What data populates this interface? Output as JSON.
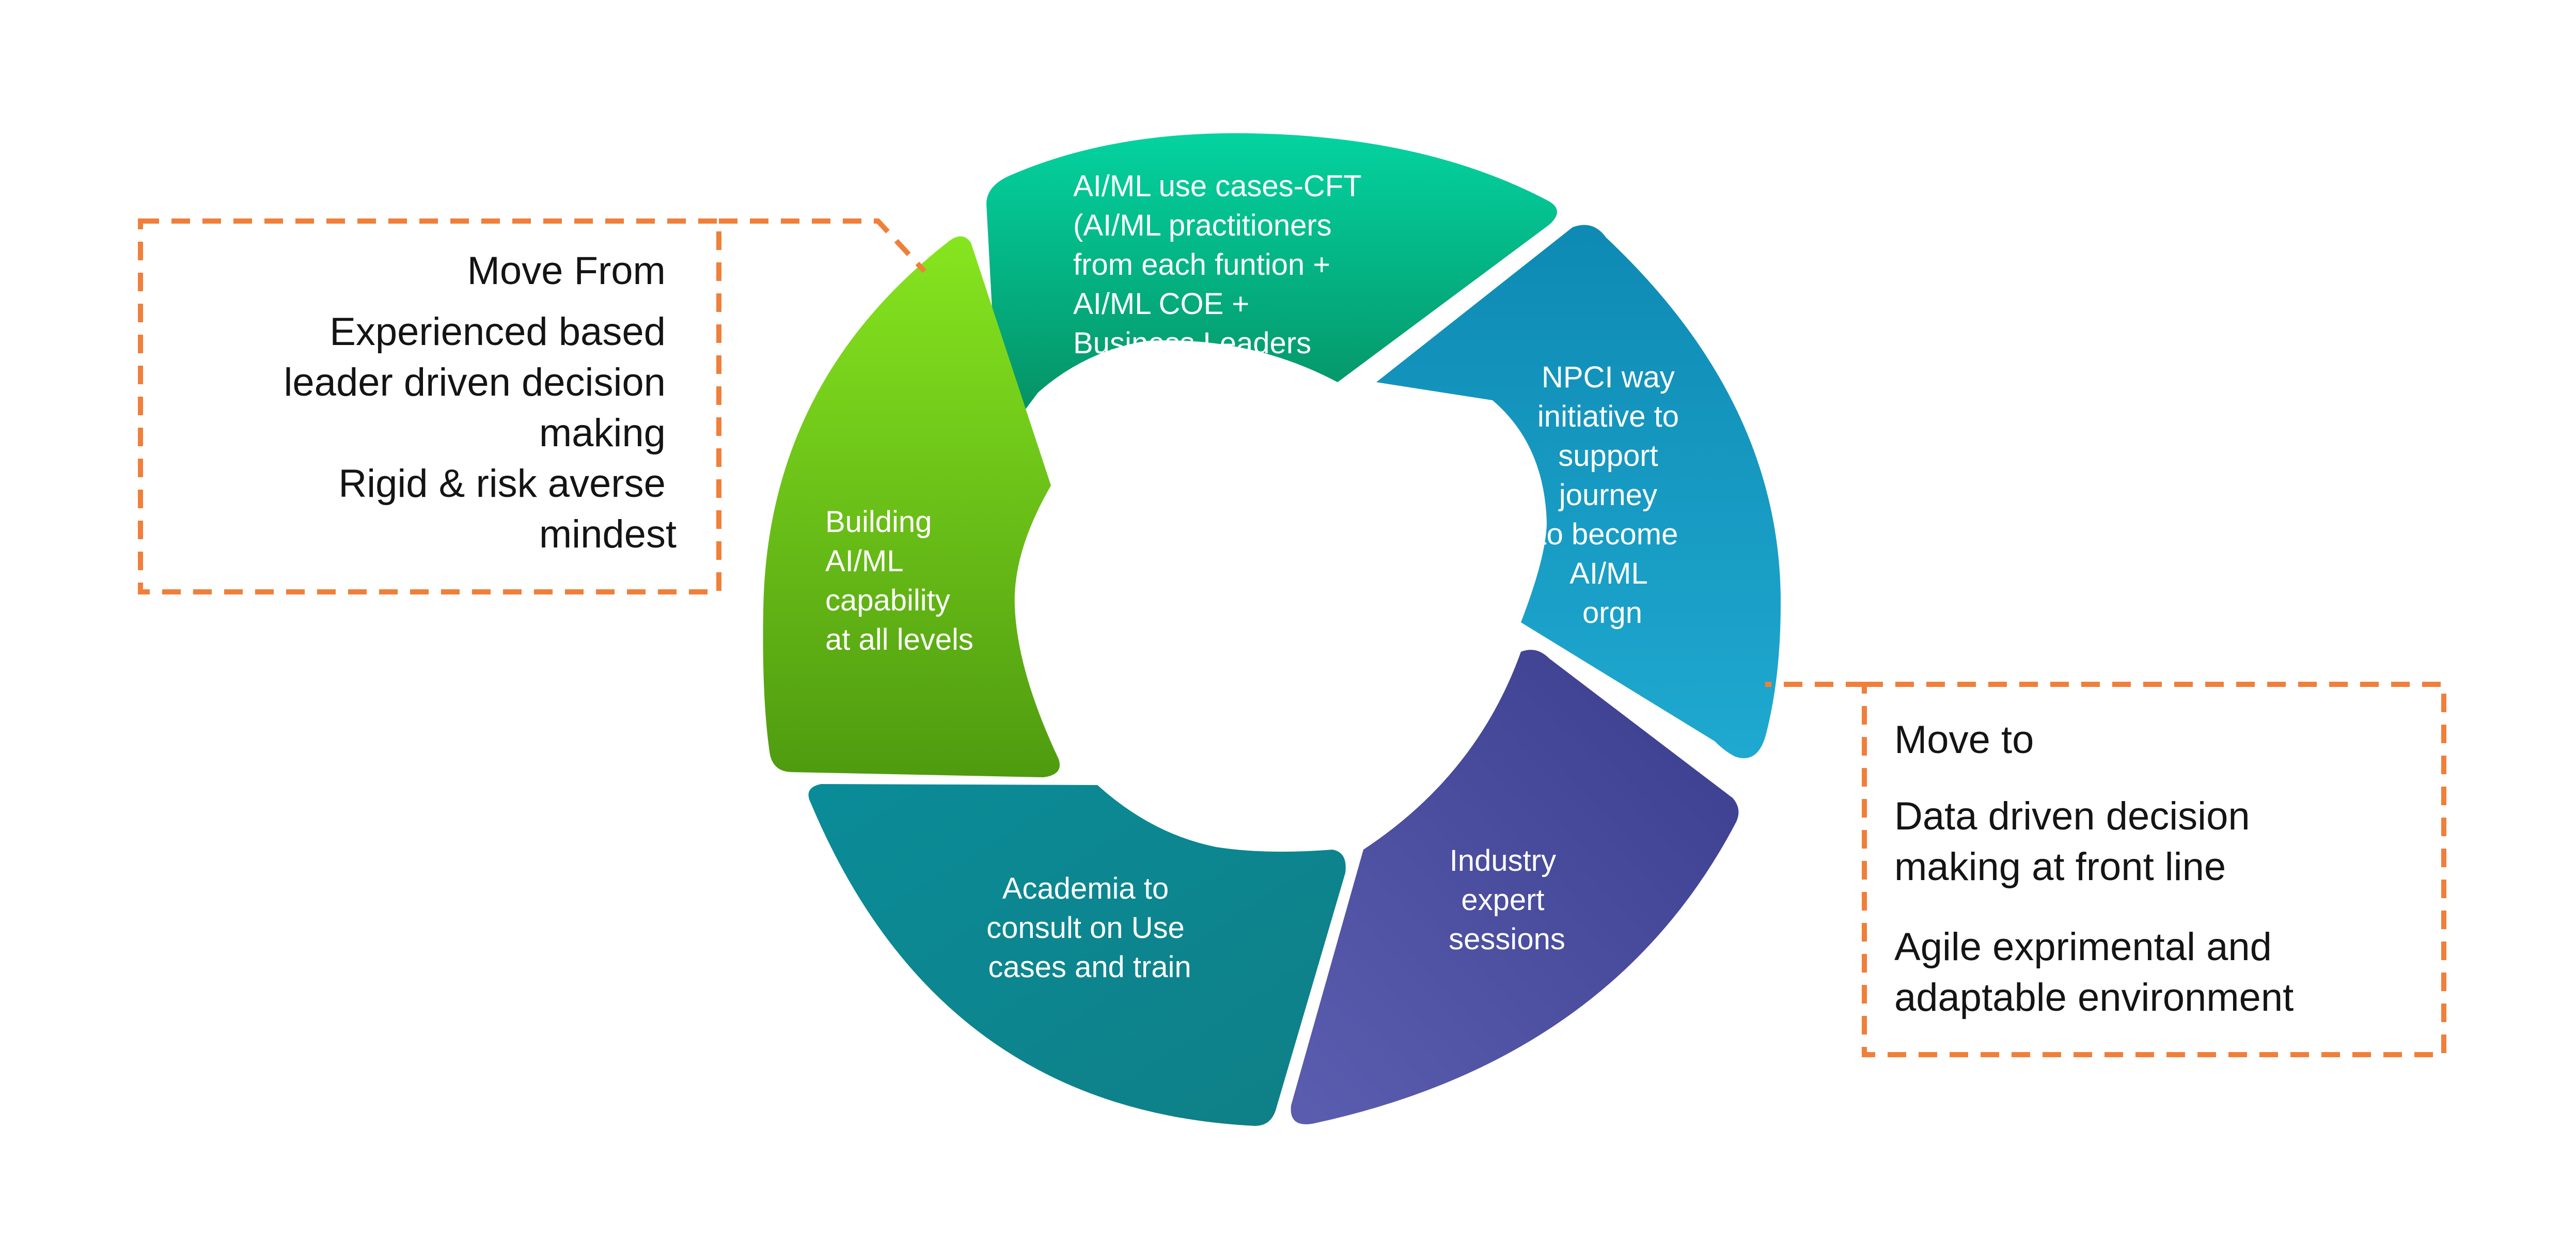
{
  "cycle": {
    "segments": [
      {
        "id": "use-cases",
        "color_top": "#04D3A0",
        "color_bottom": "#058A5E",
        "lines": [
          "AI/ML use cases-CFT",
          "(AI/ML practitioners",
          "from each funtion +",
          "AI/ML COE +",
          "Business Leaders"
        ]
      },
      {
        "id": "npci-way",
        "color_top": "#0E8AB4",
        "color_bottom": "#1FA9D0",
        "lines": [
          "NPCI way",
          "initiative to",
          "support",
          "journey",
          "to become",
          "AI/ML",
          "orgn"
        ]
      },
      {
        "id": "industry",
        "color_top": "#3A3C8C",
        "color_bottom": "#5B5DB0",
        "lines": [
          "Industry",
          "expert",
          "sessions"
        ]
      },
      {
        "id": "academia",
        "color_top": "#0A8C98",
        "color_bottom": "#0F7F86",
        "lines": [
          "Academia to",
          "consult on Use",
          "cases and train"
        ]
      },
      {
        "id": "building",
        "color_top": "#86E51F",
        "color_bottom": "#4F9B10",
        "lines": [
          "Building",
          "AI/ML",
          "capability",
          "at all levels"
        ]
      }
    ]
  },
  "move_from": {
    "heading": "Move From",
    "lines": [
      "Experienced based",
      "leader driven decision",
      "making",
      "Rigid & risk averse",
      "mindest"
    ]
  },
  "move_to": {
    "heading": "Move to",
    "lines": [
      "Data driven decision",
      "making at front line",
      "Agile exprimental and",
      "adaptable environment"
    ]
  },
  "accent_color": "#F07F3A"
}
